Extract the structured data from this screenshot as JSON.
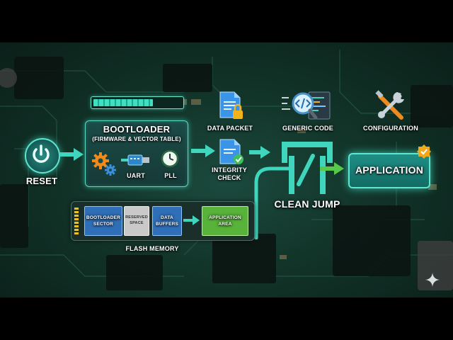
{
  "reset": {
    "label": "RESET"
  },
  "progress": {
    "fraction": 0.68
  },
  "bootloader": {
    "title": "BOOTLOADER",
    "subtitle": "(FIRMWARE & VECTOR TABLE)",
    "uart": "UART",
    "pll": "PLL"
  },
  "data_packet": {
    "label": "DATA PACKET"
  },
  "integrity": {
    "line1": "INTEGRITY",
    "line2": "CHECK"
  },
  "generic_code": {
    "label": "GENERIC CODE"
  },
  "configuration": {
    "label": "CONFIGURATION"
  },
  "clean_jump": {
    "label": "CLEAN JUMP"
  },
  "application": {
    "label": "APPLICATION"
  },
  "flash": {
    "title": "FLASH MEMORY",
    "bootloader_sector": [
      "BOOTLOADER",
      "SECTOR"
    ],
    "reserved_space": [
      "RESERVED",
      "SPACE"
    ],
    "data_buffers": [
      "DATA",
      "BUFFERS"
    ],
    "application_area": [
      "APPLICATION",
      "AREA"
    ]
  },
  "colors": {
    "teal": "#2fd3b8",
    "accent_glow": "#40e6c8",
    "bootloader_blue": "#2f6fb8",
    "flash_green": "#58b33a",
    "reserved_gray": "#c9c9c9",
    "orange": "#f08a1c"
  }
}
